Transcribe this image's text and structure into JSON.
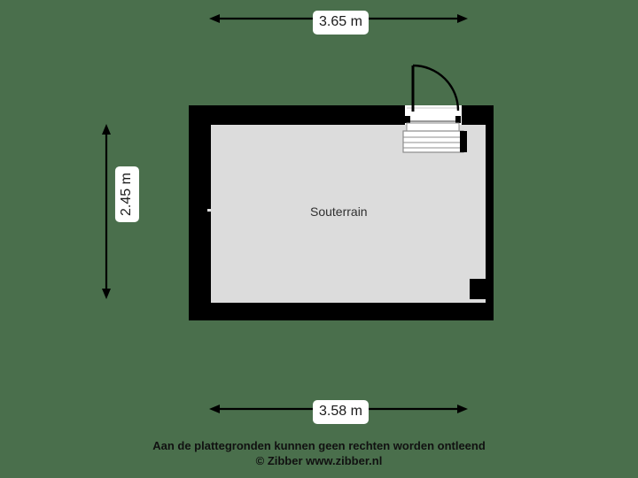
{
  "plan": {
    "title": "Souterrain floor plan",
    "background_color": "#4a6f4c",
    "wall_color": "#000000",
    "floor_color": "#dcdcdc",
    "stair_color": "#ffffff",
    "room": {
      "label": "Souterrain"
    },
    "dimensions": {
      "top": "3.65 m",
      "bottom": "3.58 m",
      "left": "2.45 m"
    },
    "features": {
      "door": "door-swing-arc",
      "stairs": "staircase-treads"
    }
  },
  "footer": {
    "line1": "Aan de plattegronden kunnen geen rechten worden ontleend",
    "line2": "© Zibber www.zibber.nl"
  }
}
